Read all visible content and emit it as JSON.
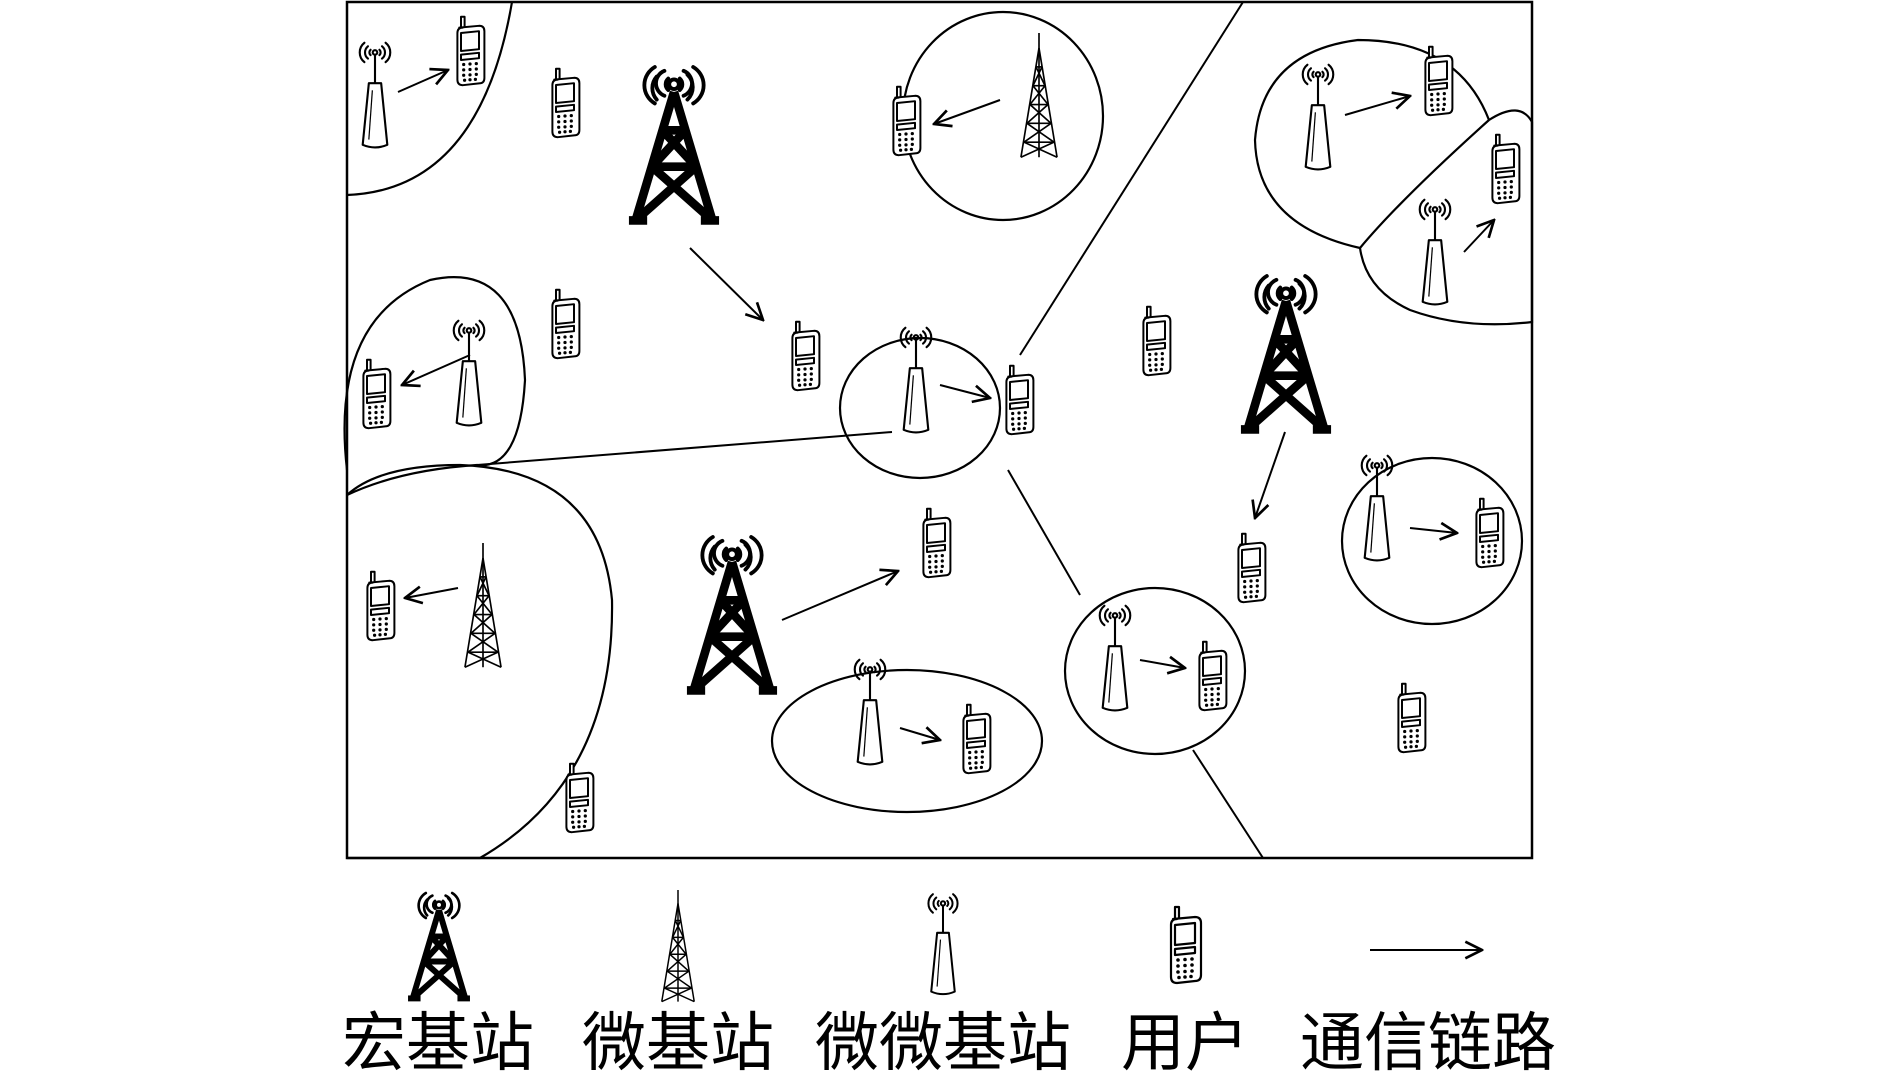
{
  "legend": {
    "macro": "宏基站",
    "micro": "微基站",
    "pico": "微微基站",
    "user": "用户",
    "link": "通信链路"
  },
  "icons": {
    "macro": "macro-base-station-icon",
    "micro": "micro-base-station-icon",
    "pico": "pico-base-station-icon",
    "user": "user-phone-icon",
    "link": "communication-link-arrow"
  },
  "colors": {
    "stroke": "#000000",
    "background": "#ffffff"
  }
}
